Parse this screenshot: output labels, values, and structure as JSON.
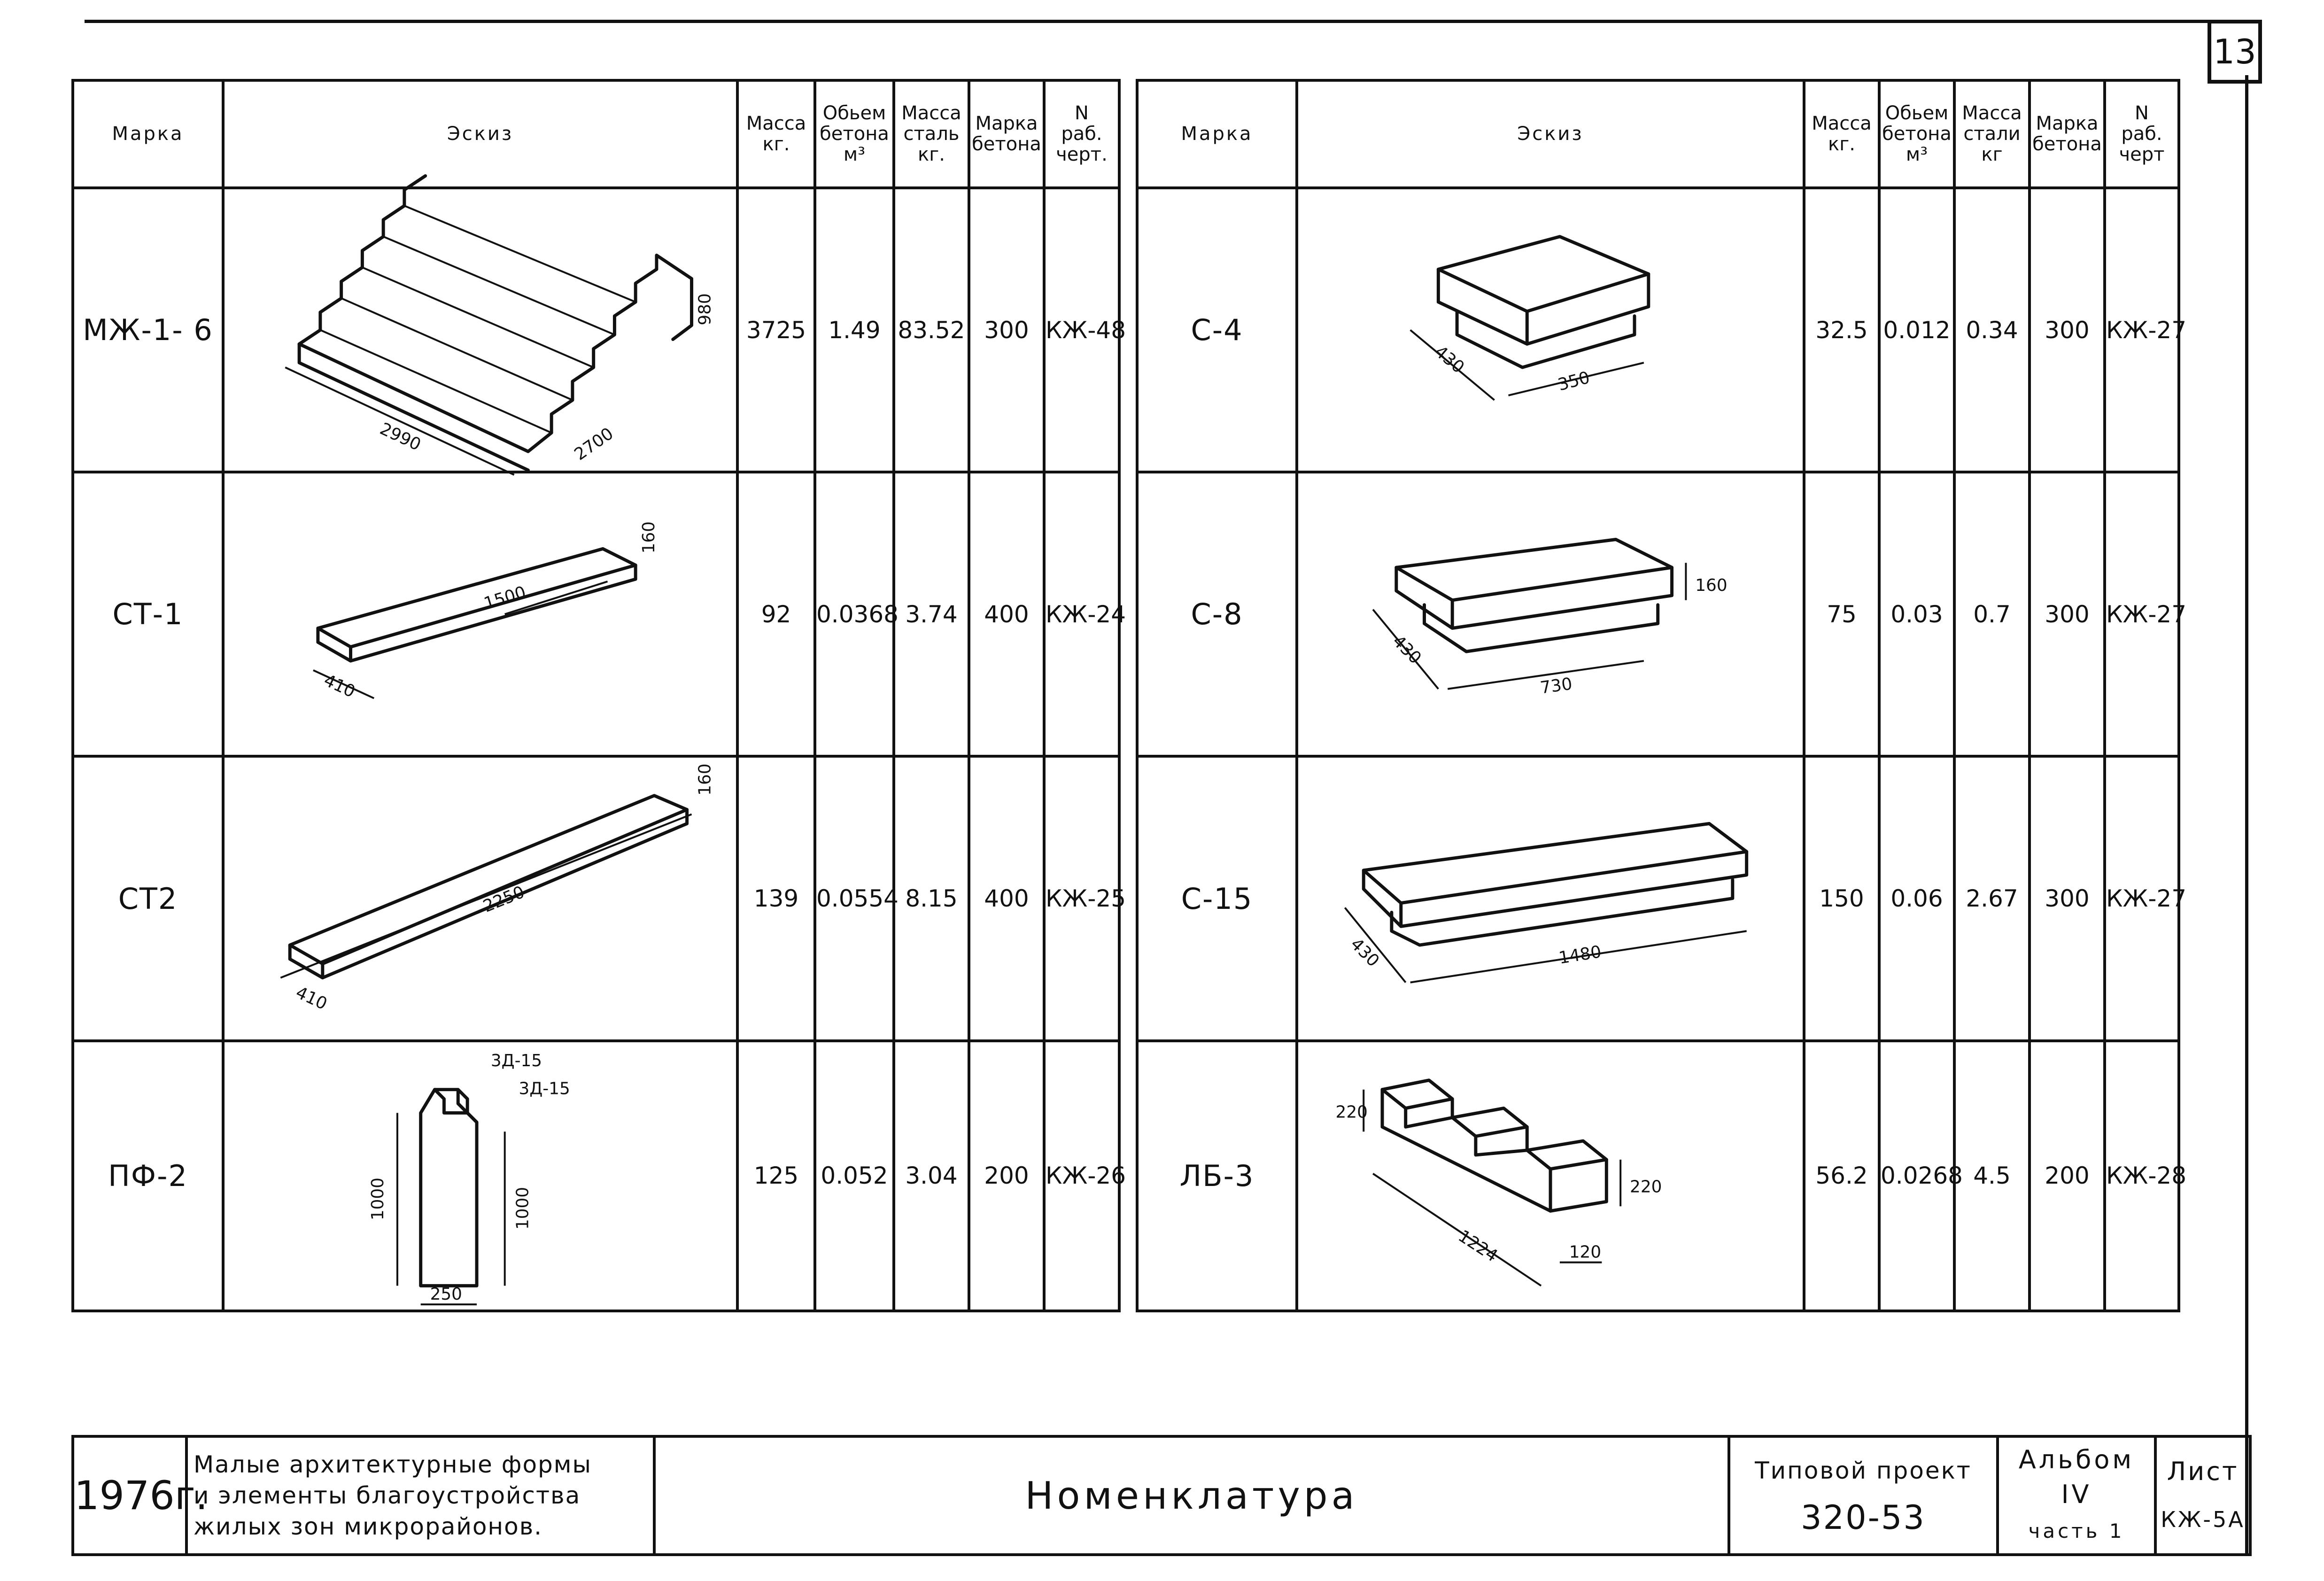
{
  "sheet_number": "13",
  "headers": {
    "mark": "Марка",
    "sketch": "Эскиз",
    "mass_l1": "Масса",
    "mass_l2": "кг.",
    "vol_l1": "Обьем",
    "vol_l2": "бетона",
    "vol_l3": "м³",
    "steel_l1": "Масса",
    "steel_l2": "сталь",
    "steel_l3": "кг.",
    "grade_l1": "Марка",
    "grade_l2": "бетона",
    "dwg_l1": "N",
    "dwg_l2": "раб.",
    "dwg_l3": "черт.",
    "r_mass_l1": "Масса",
    "r_mass_l2": "кг.",
    "r_vol_l1": "Обьем",
    "r_vol_l2": "бетона",
    "r_vol_l3": "м³",
    "r_steel_l1": "Масса",
    "r_steel_l2": "стали",
    "r_steel_l3": "кг",
    "r_grade_l1": "Марка",
    "r_grade_l2": "бетона",
    "r_dwg_l1": "N",
    "r_dwg_l2": "раб.",
    "r_dwg_l3": "черт"
  },
  "left_rows": [
    {
      "mark": "МЖ-1- 6",
      "mass": "3725",
      "volume": "1.49",
      "steel": "83.52",
      "grade": "300",
      "drawing": "КЖ-48",
      "dims": [
        "2990",
        "2700",
        "980"
      ]
    },
    {
      "mark": "СТ-1",
      "mass": "92",
      "volume": "0.0368",
      "steel": "3.74",
      "grade": "400",
      "drawing": "КЖ-24",
      "dims": [
        "1500",
        "410",
        "160"
      ]
    },
    {
      "mark": "СТ2",
      "mass": "139",
      "volume": "0.0554",
      "steel": "8.15",
      "grade": "400",
      "drawing": "КЖ-25",
      "dims": [
        "2250",
        "410",
        "160"
      ]
    },
    {
      "mark": "ПФ-2",
      "mass": "125",
      "volume": "0.052",
      "steel": "3.04",
      "grade": "200",
      "drawing": "КЖ-26",
      "dims": [
        "3Д-15",
        "3Д-15",
        "1000",
        "1000",
        "250"
      ]
    }
  ],
  "right_rows": [
    {
      "mark": "С-4",
      "mass": "32.5",
      "volume": "0.012",
      "steel": "0.34",
      "grade": "300",
      "drawing": "КЖ-27",
      "dims": [
        "430",
        "350"
      ]
    },
    {
      "mark": "С-8",
      "mass": "75",
      "volume": "0.03",
      "steel": "0.7",
      "grade": "300",
      "drawing": "КЖ-27",
      "dims": [
        "160",
        "430",
        "730"
      ]
    },
    {
      "mark": "С-15",
      "mass": "150",
      "volume": "0.06",
      "steel": "2.67",
      "grade": "300",
      "drawing": "КЖ-27",
      "dims": [
        "430",
        "1480"
      ]
    },
    {
      "mark": "ЛБ-3",
      "mass": "56.2",
      "volume": "0.0268",
      "steel": "4.5",
      "grade": "200",
      "drawing": "КЖ-28",
      "dims": [
        "220",
        "1224",
        "120",
        "220"
      ]
    }
  ],
  "title_block": {
    "year": "1976г.",
    "desc_l1": "Малые архитектурные формы",
    "desc_l2": "и элементы благоустройства",
    "desc_l3": "жилых зон микрорайонов.",
    "name": "Номенклатура",
    "project_l1": "Типовой проект",
    "project_l2": "320-53",
    "album_l1": "Альбом",
    "album_l2": "IV",
    "album_l3": "часть 1",
    "sheet_l1": "Лист",
    "sheet_l2": "КЖ-5А"
  }
}
